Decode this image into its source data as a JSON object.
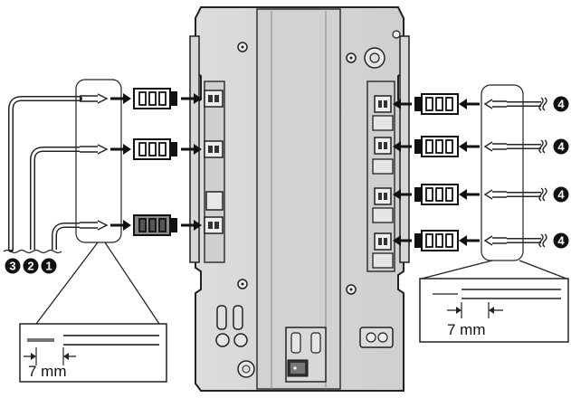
{
  "diagram": {
    "left_strip_length": "7 mm",
    "right_strip_length": "7 mm",
    "badges": {
      "wire_1": "1",
      "wire_2": "2",
      "wire_3": "3",
      "wire_4": "4"
    }
  }
}
